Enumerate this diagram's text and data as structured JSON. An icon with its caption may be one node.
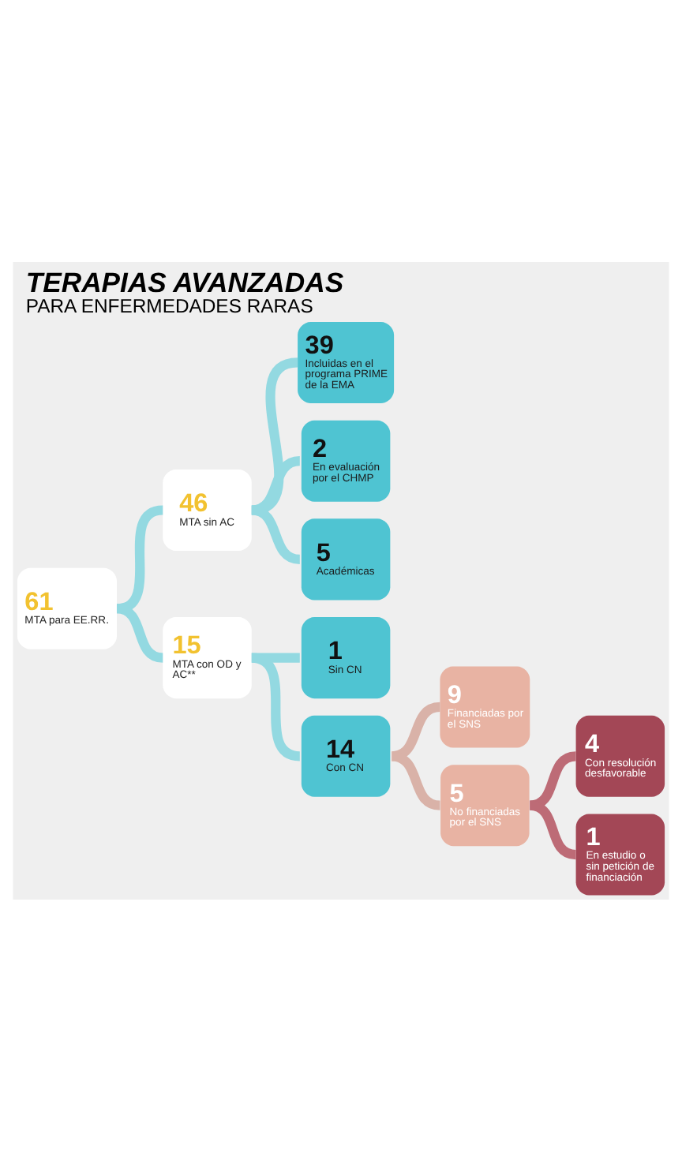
{
  "diagram": {
    "title": "TERAPIAS AVANZADAS PARA ENFERMEDADES RARAS",
    "nodes": [
      {
        "text": [
          "61",
          "MTA para EE.RR."
        ]
      },
      {
        "text": [
          "46",
          "MTA sin AC"
        ]
      },
      {
        "text": [
          "39",
          "Incluidas en el programa PRIME de la EMA"
        ]
      },
      {
        "text": [
          "2",
          "En evaluación por el CHMP"
        ]
      },
      {
        "text": [
          "5",
          "Académicas"
        ]
      },
      {
        "text": [
          "15",
          "MTA con OD y AC**"
        ]
      },
      {
        "text": [
          "1",
          "Sin CN"
        ]
      },
      {
        "text": [
          "14",
          "Con CN"
        ]
      },
      {
        "text": [
          "9",
          "Financiadas por el SNS"
        ]
      },
      {
        "text": [
          "5",
          "No financiadas por el SNS"
        ]
      },
      {
        "text": [
          "4",
          "Con resolución desfavorable"
        ]
      },
      {
        "text": [
          "1",
          "En estudio o sin petición de financiación"
        ]
      }
    ],
    "edges": [
      {
        "from": 0,
        "to": 1,
        "arrow": "none"
      },
      {
        "from": 1,
        "to": 2,
        "arrow": "none"
      },
      {
        "from": 1,
        "to": 3,
        "arrow": "none"
      },
      {
        "from": 1,
        "to": 4,
        "arrow": "none"
      },
      {
        "from": 0,
        "to": 5,
        "arrow": "none"
      },
      {
        "from": 5,
        "to": 6,
        "arrow": "none"
      },
      {
        "from": 5,
        "to": 7,
        "arrow": "none"
      },
      {
        "from": 7,
        "to": 8,
        "arrow": "none",
        "color": "#d9b2a8"
      },
      {
        "from": 7,
        "to": 9,
        "arrow": "none",
        "color": "#d9b2a8"
      },
      {
        "from": 9,
        "to": 10,
        "arrow": "none",
        "color": "#bd6b76"
      },
      {
        "from": 9,
        "to": 11,
        "arrow": "none",
        "color": "#bd6b76"
      }
    ]
  }
}
